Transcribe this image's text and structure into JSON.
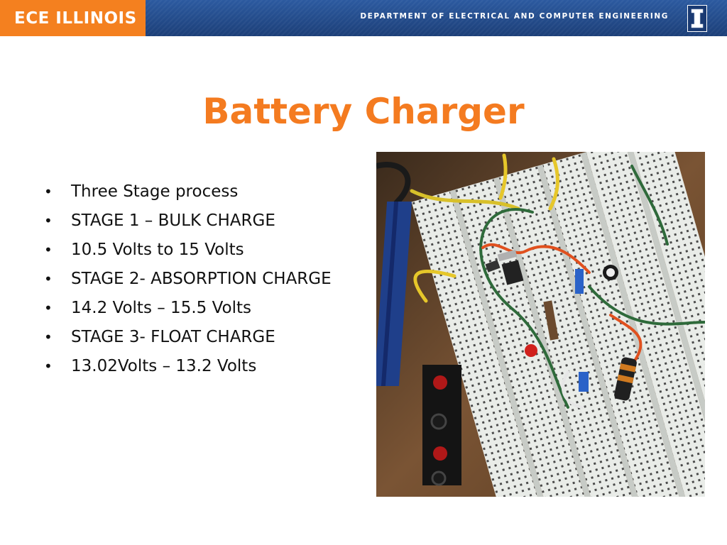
{
  "header": {
    "brand": "ECE ILLINOIS",
    "department": "DEPARTMENT OF ELECTRICAL AND COMPUTER ENGINEERING",
    "logo_icon": "illinois-block-i-icon",
    "colors": {
      "orange": "#f4801f",
      "blue": "#1c3f78"
    }
  },
  "slide": {
    "title": "Battery Charger",
    "title_color": "#f47b20",
    "bullets": [
      "Three Stage process",
      "STAGE 1 – BULK CHARGE",
      "10.5 Volts to 15 Volts",
      "STAGE 2- ABSORPTION CHARGE",
      "14.2 Volts – 15.5 Volts",
      "STAGE 3- FLOAT CHARGE",
      "13.02Volts – 13.2 Volts"
    ],
    "bullet_glyph": "•"
  }
}
